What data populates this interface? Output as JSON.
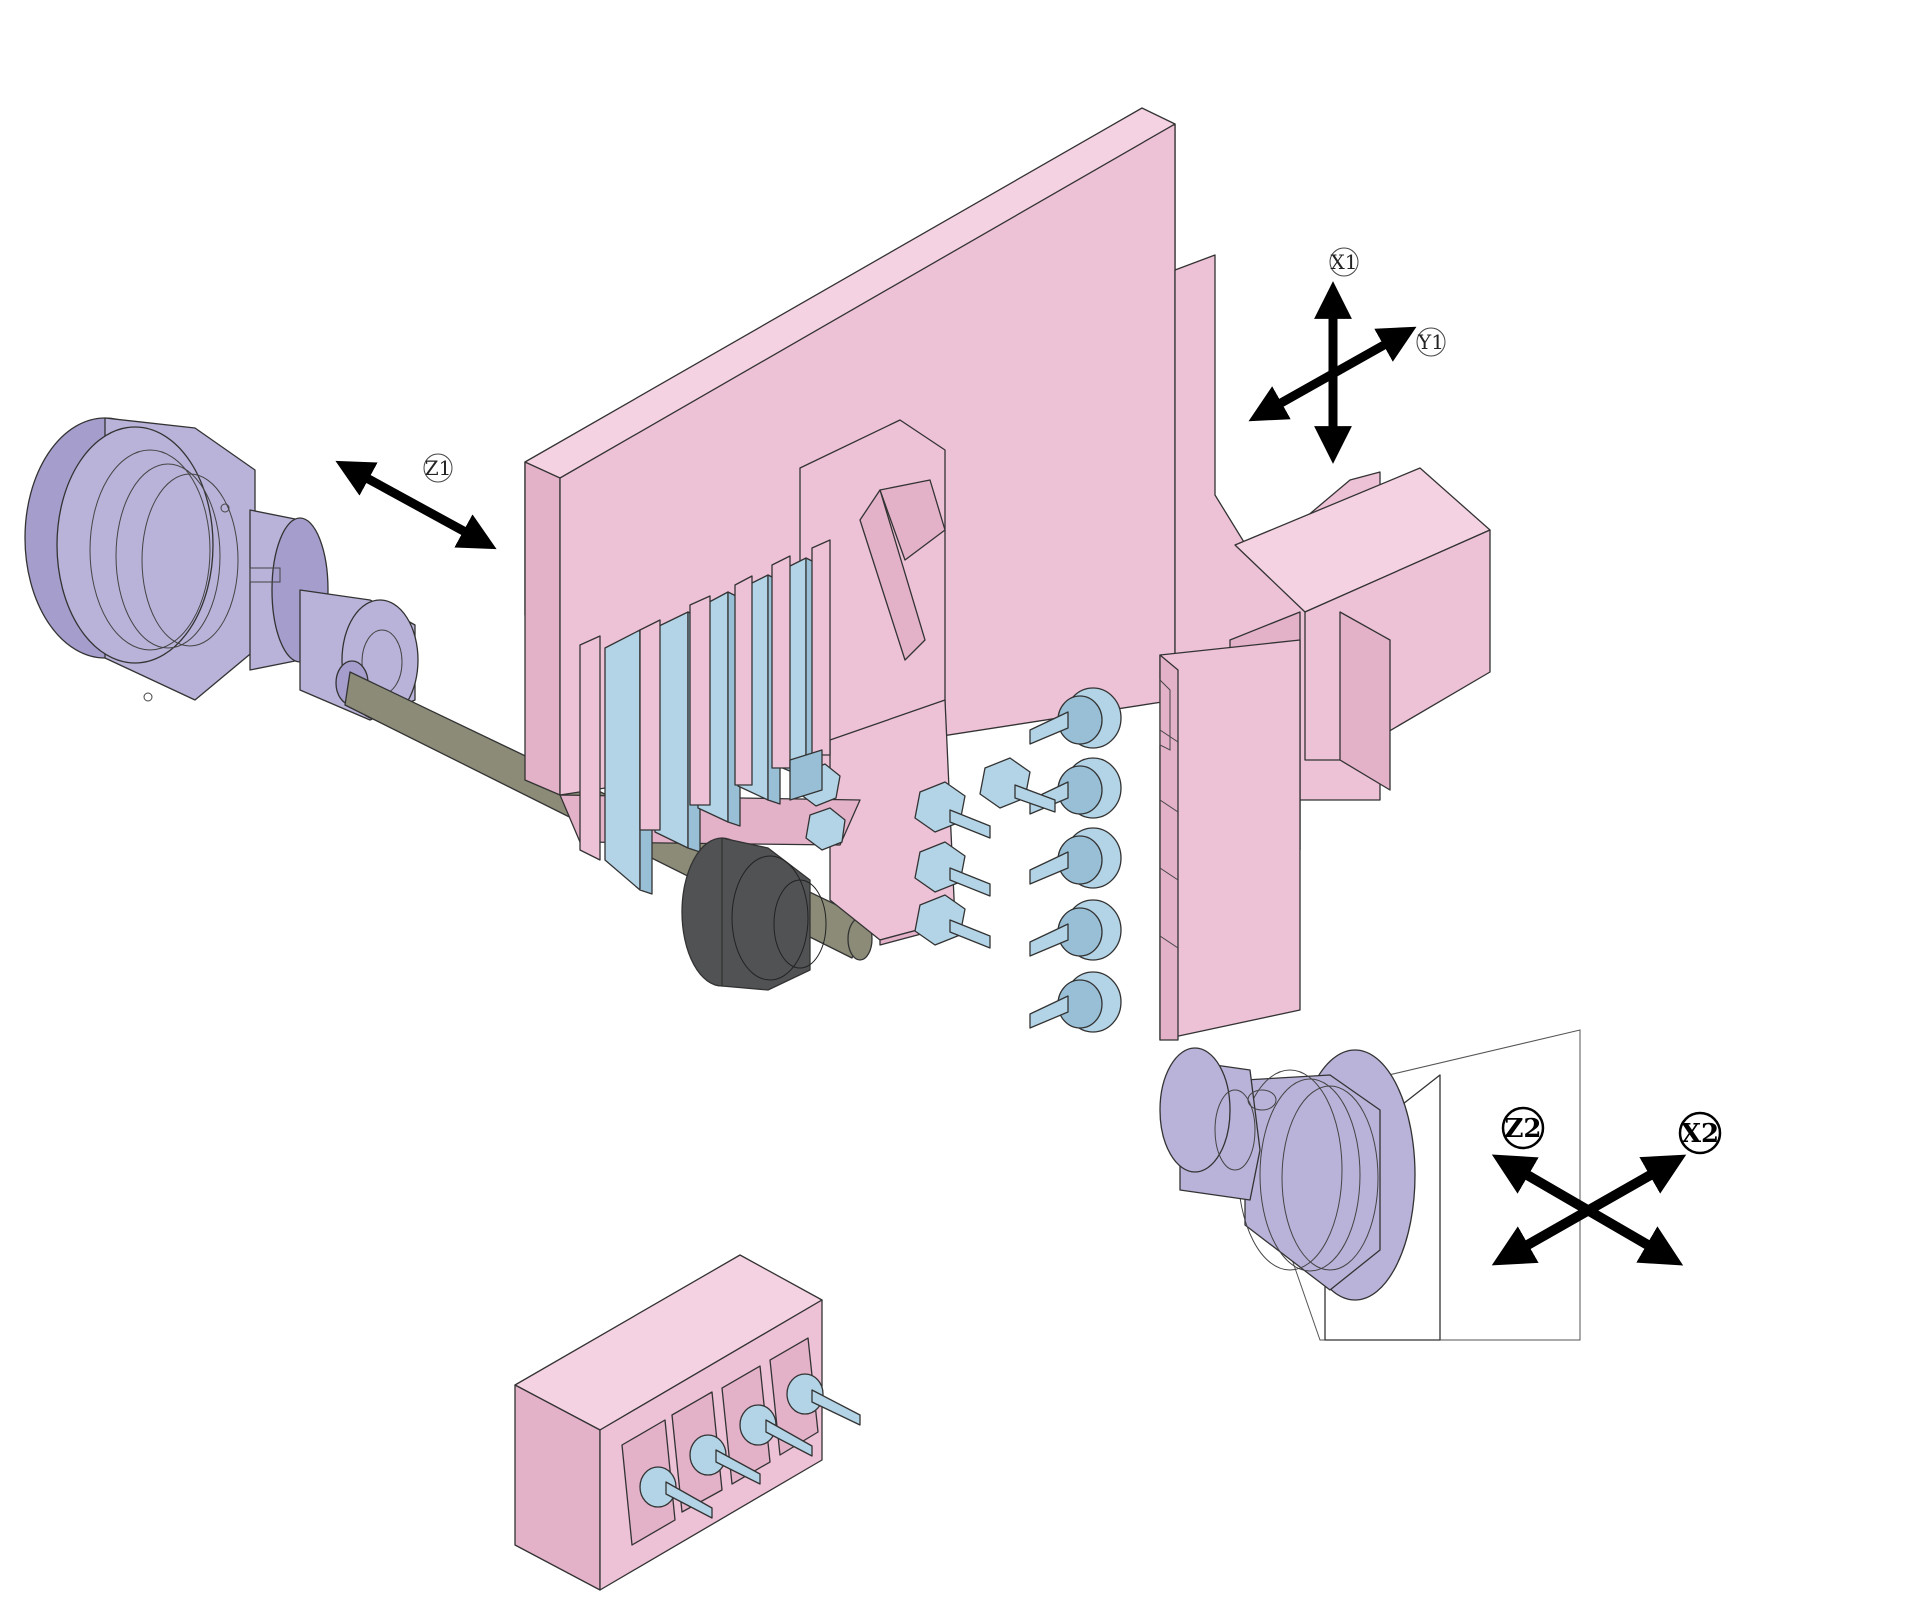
{
  "colors": {
    "base": "#edc1d6",
    "base_side": "#e3b1c8",
    "base_top": "#f4d2e2",
    "tool": "#b2d4e6",
    "tool_dark": "#98bfd6",
    "spindle": "#b9b2d9",
    "spindle_dark": "#a59dcc",
    "bar": "#8b8b78",
    "guide_bush": "#505254",
    "arrow": "#000000"
  },
  "axes": {
    "x1": "X1",
    "y1": "Y1",
    "z1": "Z1",
    "z2": "Z2",
    "x2": "X2"
  }
}
